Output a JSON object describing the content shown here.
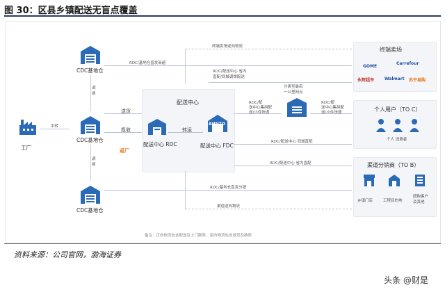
{
  "title": "图 30：区县乡镇配送无盲点覆盖",
  "nodes": {
    "factory": "工厂",
    "cdc": "CDC基地仓",
    "dispatch_center": "配送中心",
    "rdc": "配送中心 RDC",
    "fdc": "配送中心 FDC",
    "hub": "分拨至最后\n一公里网点",
    "terminal": "终端卖场",
    "individual": "个人用户（TO C）",
    "consumer": "个人 消费者",
    "channel": "渠道分销商（TO B）",
    "town_store": "乡镇门店",
    "project_site": "工程目的地",
    "group_client": "团购客户\n及其他",
    "annto_logo": "ANNTO"
  },
  "left_labels": {
    "transfer_mid": "中转",
    "dispatch1": "调\n拨",
    "dispatch2": "调\n拨",
    "send": "送货",
    "pickup": "揽收",
    "retail": "返厂",
    "relay": "转运"
  },
  "flows": {
    "reverse_top": "终端卖场逆向物流",
    "cdc_direct": "RDC/基地仓直发商超",
    "rdc_province": "RDC/配送中心 省内\n直配/同城调拨配送",
    "rdc_cluster_left": "RDC/配\n送中心集拼配\n送/小件快递",
    "rdc_cluster_right": "RDC/配\n送中心集拼配\n送/小件快递",
    "same_city": "RDC/配送中心  同城直配",
    "province_direct": "RDC/配送中心   省内直配",
    "cdc_b2b": "RDC/基地仓直发分销",
    "reverse_bottom": "渠道逆向物流",
    "note": "备注：正向物流包含配送及上门服务，逆向物流包含退货及维修"
  },
  "brands": [
    "GOME",
    "Carrefour",
    "永辉超市",
    "Walmart",
    "苏宁易购"
  ],
  "source": "资料来源：公司官网，渤海证券",
  "watermark": "头条 @财是",
  "colors": {
    "primary": "#2a6ab6",
    "rule": "#2a3a6a",
    "orange": "#e8741a"
  }
}
